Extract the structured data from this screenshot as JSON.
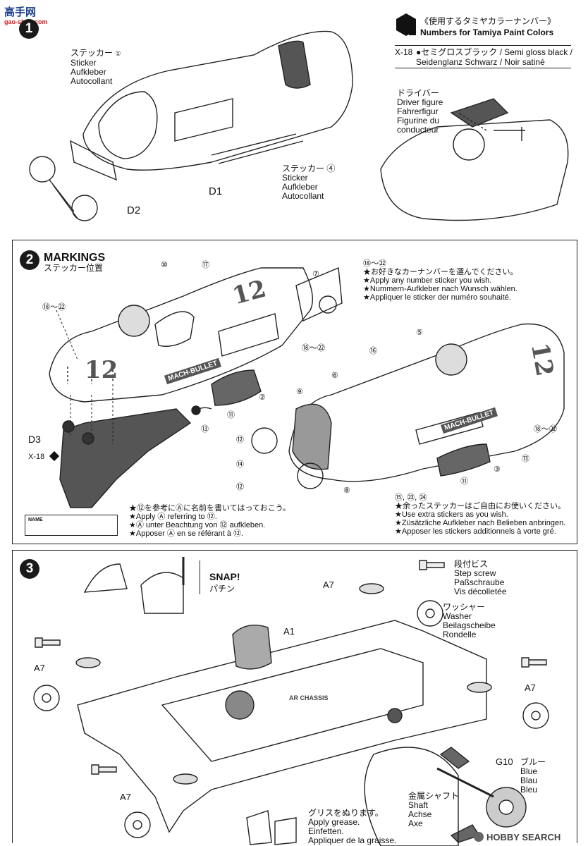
{
  "watermark_top": {
    "logo": "高手网",
    "url": "gao-shou.com"
  },
  "step1": {
    "number": "1",
    "sticker1": {
      "num": "①",
      "lines": [
        "ステッカー",
        "Sticker",
        "Aufkleber",
        "Autocollant"
      ]
    },
    "sticker4": {
      "num": "④",
      "lines": [
        "ステッカー",
        "Sticker",
        "Aufkleber",
        "Autocollant"
      ]
    },
    "part_d1": "D1",
    "part_d2": "D2",
    "paint_title_jp": "《使用するタミヤカラーナンバー》",
    "paint_title_en": "Numbers for Tamiya Paint Colors",
    "paint_code": "X-18",
    "paint_line1": "●セミグロスブラック / Semi gloss black /",
    "paint_line2": "Seidenglanz Schwarz / Noir satiné",
    "driver_lines": [
      "ドライバー",
      "Driver figure",
      "Fahrerfigur",
      "Figurine du",
      "conducteur"
    ]
  },
  "step2": {
    "number": "2",
    "title": "MARKINGS",
    "subtitle": "ステッカー位置",
    "callouts": [
      "⑩",
      "⑰",
      "⑦",
      "⑱～㉒",
      "②",
      "⑪",
      "⑬",
      "⑤",
      "⑯",
      "⑥",
      "⑨",
      "⑫",
      "⑭",
      "⑫",
      "⑧",
      "⑪",
      "③",
      "⑬",
      "⑱～㉒",
      "⑱～㉒"
    ],
    "decal_number": "12",
    "brand_text": "MACH-BULLET",
    "part_d3": "D3",
    "paint_code": "X-18",
    "name_label": "NAME",
    "number_pick": {
      "head": "⑱～㉒",
      "lines": [
        "★お好きなカーナンバーを選んでください。",
        "★Apply any number sticker you wish.",
        "★Nummern-Aufkleber nach Wunsch wählen.",
        "★Appliquer le sticker der numéro souhaité."
      ]
    },
    "apply_a": [
      "★⑫を参考にⒶに名前を書いてはっておこう。",
      "★Apply Ⓐ referring to ⑫.",
      "★Ⓐ unter Beachtung von ⑫ aufkleben.",
      "★Apposer Ⓐ en se référant à ⑫."
    ],
    "extra": {
      "head": "⑮, ㉓, ㉔",
      "lines": [
        "★余ったステッカーはご自由にお使いください。",
        "★Use extra stickers as you wish.",
        "★Züsätzliche Aufkleber nach Belieben anbringen.",
        "★Apposer les stickers additionnels à vorte gré."
      ]
    }
  },
  "step3": {
    "number": "3",
    "snap": "SNAP!",
    "snap_jp": "パチン",
    "a1": "A1",
    "a7": "A7",
    "step_screw": [
      "段付ビス",
      "Step screw",
      "Paßschraube",
      "Vis décolletée"
    ],
    "washer": [
      "ワッシャー",
      "Washer",
      "Beilagscheibe",
      "Rondelle"
    ],
    "g10": "G10",
    "blue": [
      "ブルー",
      "Blue",
      "Blau",
      "Bleu"
    ],
    "shaft": [
      "金属シャフト",
      "Shaft",
      "Achse",
      "Axe"
    ],
    "grease": [
      "グリスをぬります。",
      "Apply grease.",
      "Einfetten.",
      "Appliquer de la graisse."
    ],
    "chassis_text": "AR CHASSIS",
    "watermark": "HOBBY SEARCH"
  }
}
